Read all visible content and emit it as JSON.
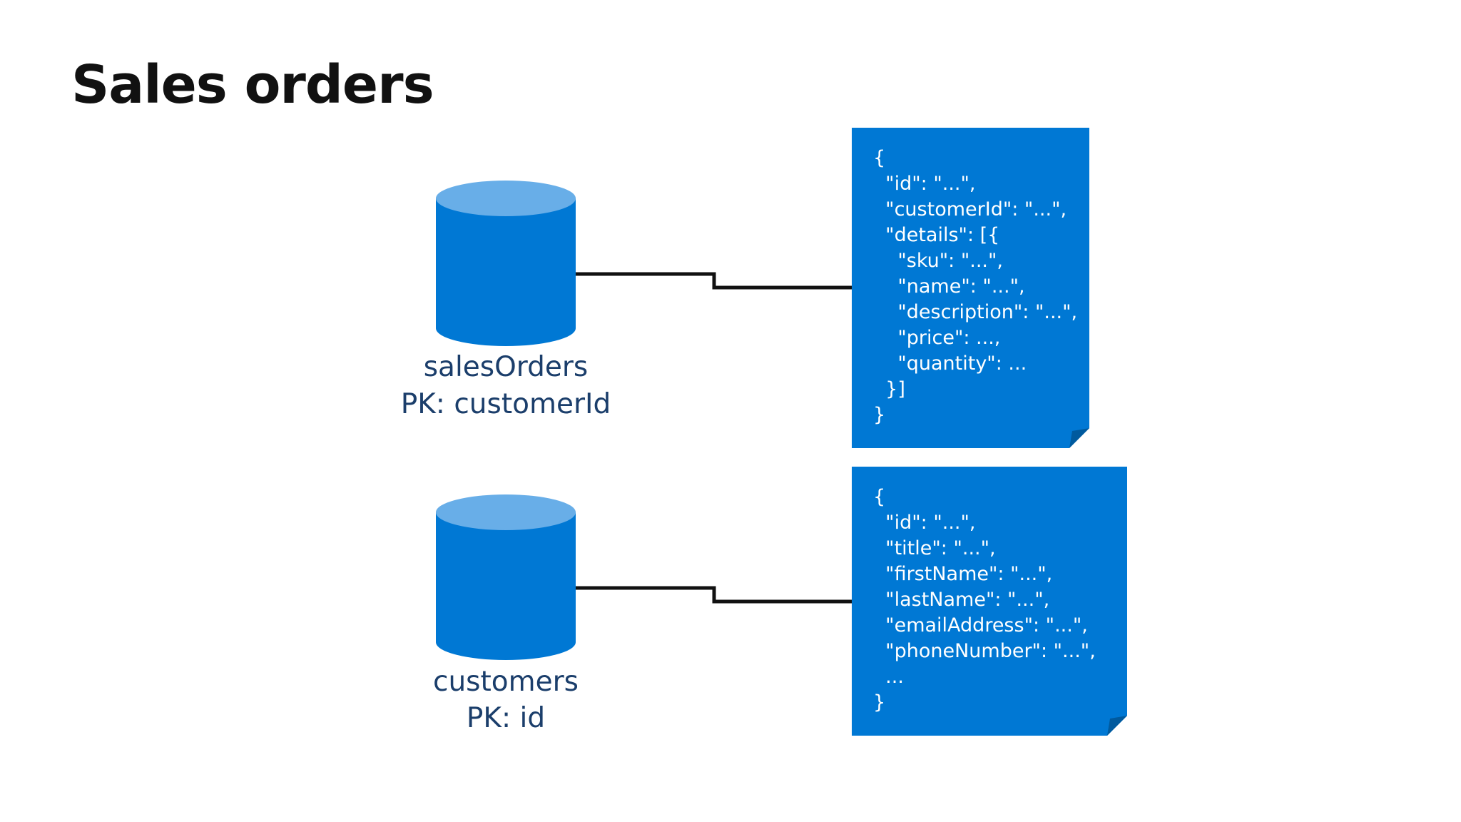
{
  "slide": {
    "title": "Sales orders"
  },
  "colors": {
    "cylinder_body": "#0078d4",
    "cylinder_top": "#68aee8",
    "document": "#0078d4",
    "document_fold": "#005a9e",
    "label": "#1b3e6b",
    "connector": "#111111"
  },
  "containers": [
    {
      "name": "salesOrders",
      "partition_key": "PK: customerId",
      "document_lines": [
        "{",
        "  \"id\": \"...\",",
        "  \"customerId\": \"...\",",
        "  \"details\": [{",
        "    \"sku\": \"...\",",
        "    \"name\": \"...\",",
        "    \"description\": \"...\",",
        "    \"price\": ...,",
        "    \"quantity\": ...",
        "  }]",
        "}"
      ]
    },
    {
      "name": "customers",
      "partition_key": "PK: id",
      "document_lines": [
        "{",
        "  \"id\": \"...\",",
        "  \"title\": \"...\",",
        "  \"firstName\": \"...\",",
        "  \"lastName\": \"...\",",
        "  \"emailAddress\": \"...\",",
        "  \"phoneNumber\": \"...\",",
        "  ...",
        "}"
      ]
    }
  ]
}
